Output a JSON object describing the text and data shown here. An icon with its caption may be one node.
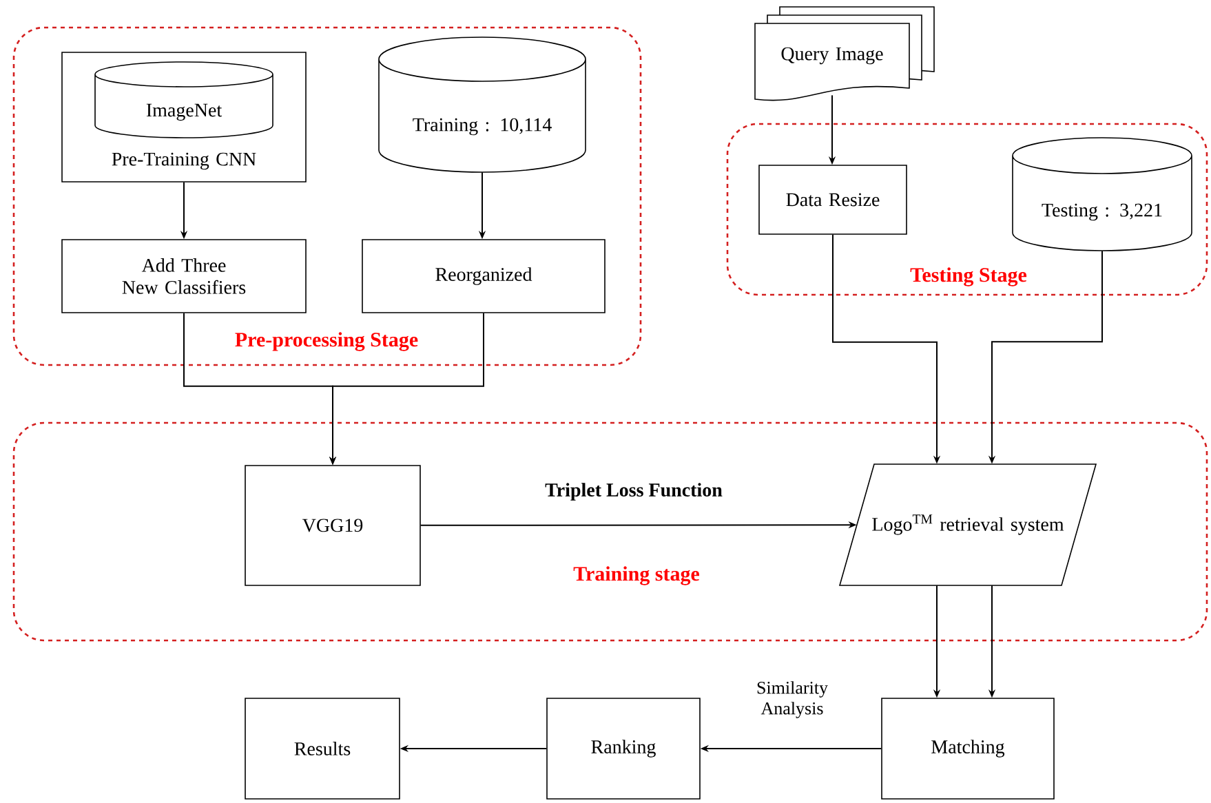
{
  "diagram": {
    "nodes": [
      {
        "text": [
          "Pre-processing Stage"
        ]
      },
      {
        "text": [
          "Pre-Training CNN"
        ],
        "in": 0
      },
      {
        "text": [
          "ImageNet"
        ],
        "in": 1
      },
      {
        "text": [
          "Training : 10,114"
        ],
        "in": 0
      },
      {
        "text": [
          "Add Three New Classifiers"
        ],
        "in": 0
      },
      {
        "text": [
          "Reorganized"
        ],
        "in": 0
      },
      {
        "text": [
          "Query Image"
        ]
      },
      {
        "text": [
          "Testing Stage"
        ]
      },
      {
        "text": [
          "Data Resize"
        ],
        "in": 7
      },
      {
        "text": [
          "Testing : 3,221"
        ],
        "in": 7
      },
      {
        "text": [
          "Training stage"
        ]
      },
      {
        "text": [
          "VGG19"
        ],
        "in": 10
      },
      {
        "text": [
          "Logo$^{TM}$ retrieval system"
        ],
        "in": 10
      },
      {
        "text": [
          "Results"
        ]
      },
      {
        "text": [
          "Ranking"
        ]
      },
      {
        "text": [
          "Matching"
        ]
      }
    ],
    "edges": [
      {
        "from": 1,
        "to": 4,
        "arrow": "to"
      },
      {
        "from": 3,
        "to": 5,
        "arrow": "to"
      },
      {
        "from": 4,
        "to": 11,
        "arrow": "to"
      },
      {
        "from": 5,
        "to": 11,
        "arrow": "to"
      },
      {
        "from": 6,
        "to": 8,
        "arrow": "to"
      },
      {
        "from": 8,
        "to": 12,
        "arrow": "to"
      },
      {
        "from": 9,
        "to": 12,
        "arrow": "to"
      },
      {
        "from": 11,
        "to": 12,
        "arrow": "to",
        "label": "Triplet Loss Function"
      },
      {
        "from": 12,
        "to": 15,
        "arrow": "to"
      },
      {
        "from": 12,
        "to": 15,
        "arrow": "to"
      },
      {
        "from": 15,
        "to": 14,
        "arrow": "to",
        "label": "Similarity Analysis"
      },
      {
        "from": 14,
        "to": 13,
        "arrow": "to"
      }
    ]
  }
}
